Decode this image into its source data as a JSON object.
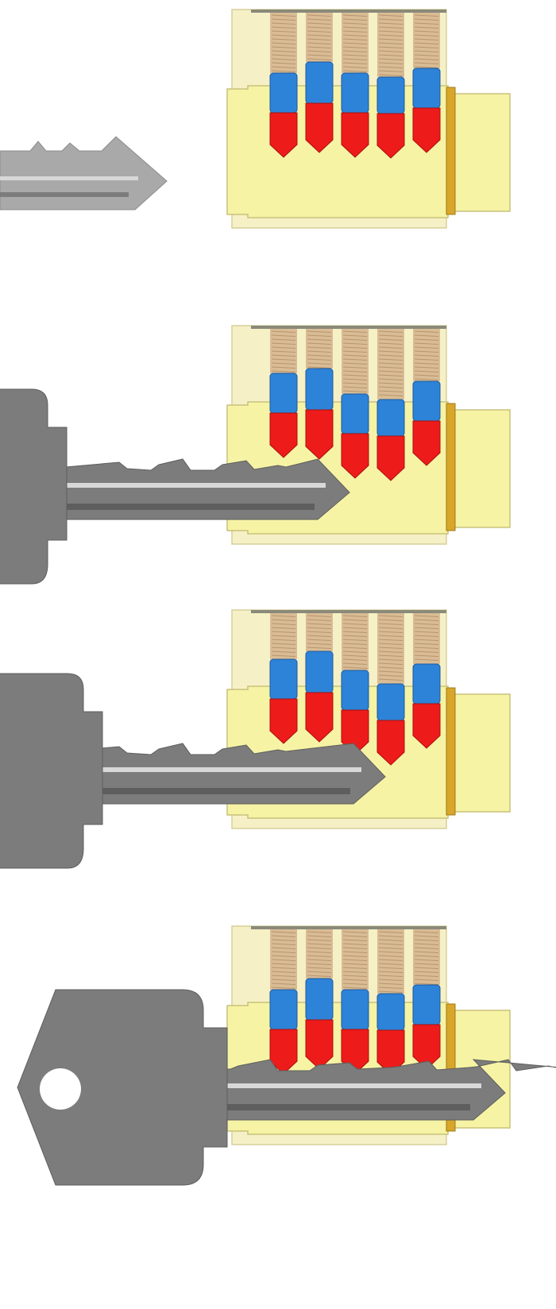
{
  "colors": {
    "background": "#ffffff",
    "cylinder_body": "#f6f0c6",
    "plug": "#f6f3a4",
    "plug_outline": "#c8c27c",
    "retaining_ring": "#d7a62a",
    "spring": "#d9bc95",
    "spring_line": "#b7946c",
    "driver_pin": "#2d83d8",
    "key_pin": "#ee1b1b",
    "key_light": "#a9a9a9",
    "key_dark": "#7c7c7c",
    "key_stripe_light": "#d8d8d8",
    "key_stripe_dark": "#5e5e5e",
    "bow_hole": "#ffffff"
  },
  "icons": [
    "pin-tumbler-lock-icon",
    "key-icon"
  ],
  "stages": [
    {
      "name": "key-outside",
      "key_insertion": 0.0,
      "key_pin_lengths": [
        0.5,
        0.55,
        0.5,
        0.45,
        0.5
      ],
      "shear_line_aligned": false
    },
    {
      "name": "key-partially-inserted",
      "key_insertion": 0.55,
      "key_pin_lengths": [
        0.5,
        0.55,
        0.5,
        0.45,
        0.5
      ],
      "shear_line_aligned": false
    },
    {
      "name": "key-mostly-inserted",
      "key_insertion": 0.75,
      "key_pin_lengths": [
        0.5,
        0.55,
        0.5,
        0.45,
        0.5
      ],
      "shear_line_aligned": false
    },
    {
      "name": "key-fully-inserted",
      "key_insertion": 1.0,
      "key_pin_lengths": [
        0.5,
        0.55,
        0.5,
        0.45,
        0.5
      ],
      "shear_line_aligned": true
    }
  ]
}
